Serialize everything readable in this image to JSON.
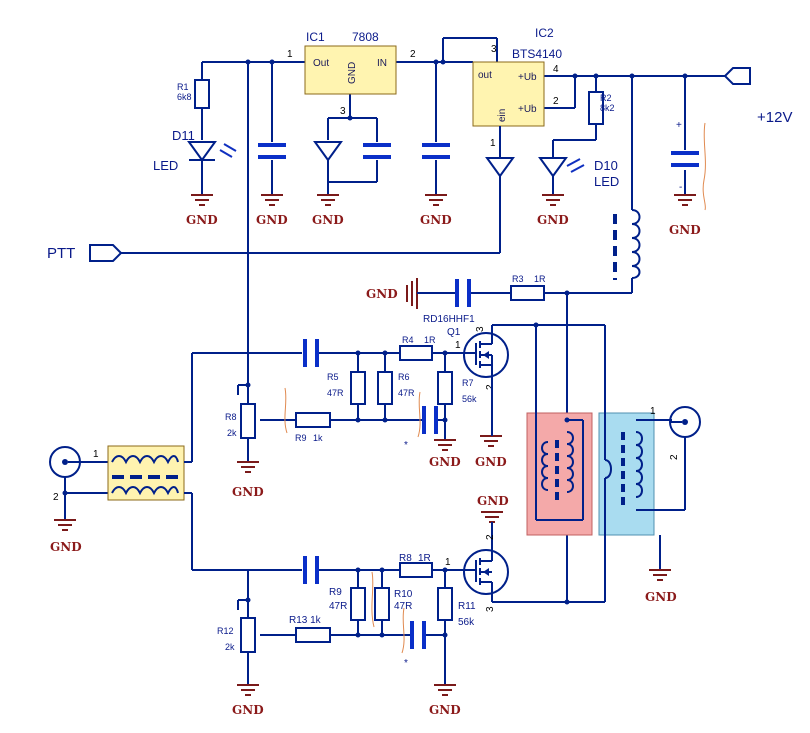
{
  "labels": {
    "ic1_ref": "IC1",
    "ic1_val": "7808",
    "ic1_out": "Out",
    "ic1_gnd": "GND",
    "ic1_in": "IN",
    "ic2_ref": "IC2",
    "ic2_val": "BTS4140",
    "ic2_out": "out",
    "ic2_ub1": "+Ub",
    "ic2_ub2": "+Ub",
    "ic2_ein": "ein",
    "pin1": "1",
    "pin2": "2",
    "pin3": "3",
    "pin4": "4",
    "r1": "R1",
    "r1v": "6k8",
    "r2": "R2",
    "r2v": "8k2",
    "d11": "D11",
    "d10": "D10",
    "led": "LED",
    "plus12": "+12V",
    "ptt": "PTT",
    "gnd": "GND",
    "r3": "R3",
    "r3v": "1R",
    "rd": "RD16HHF1",
    "q1": "Q1",
    "r4": "R4",
    "r4v": "1R",
    "r5": "R5",
    "r5v": "47R",
    "r6": "R6",
    "r6v": "47R",
    "r7": "R7",
    "r7v": "56k",
    "r8a": "R8",
    "r8av": "2k",
    "r9a": "R9",
    "r9av": "1k",
    "star": "*",
    "r8b": "R8",
    "r8bv": "1R",
    "r9b": "R9",
    "r9bv": "47R",
    "r10": "R10",
    "r10v": "47R",
    "r11": "R11",
    "r11v": "56k",
    "r12": "R12",
    "r12v": "2k",
    "r13": "R13 1k",
    "plus": "+",
    "minus": "-"
  },
  "colors": {
    "wire": "#00208a",
    "gnd": "#7a1a1a",
    "ic_fill": "#fff4b0",
    "trafo_in": "#fff3b0",
    "trafo_red": "#f4a9a9",
    "trafo_blue": "#a9dcf0"
  }
}
